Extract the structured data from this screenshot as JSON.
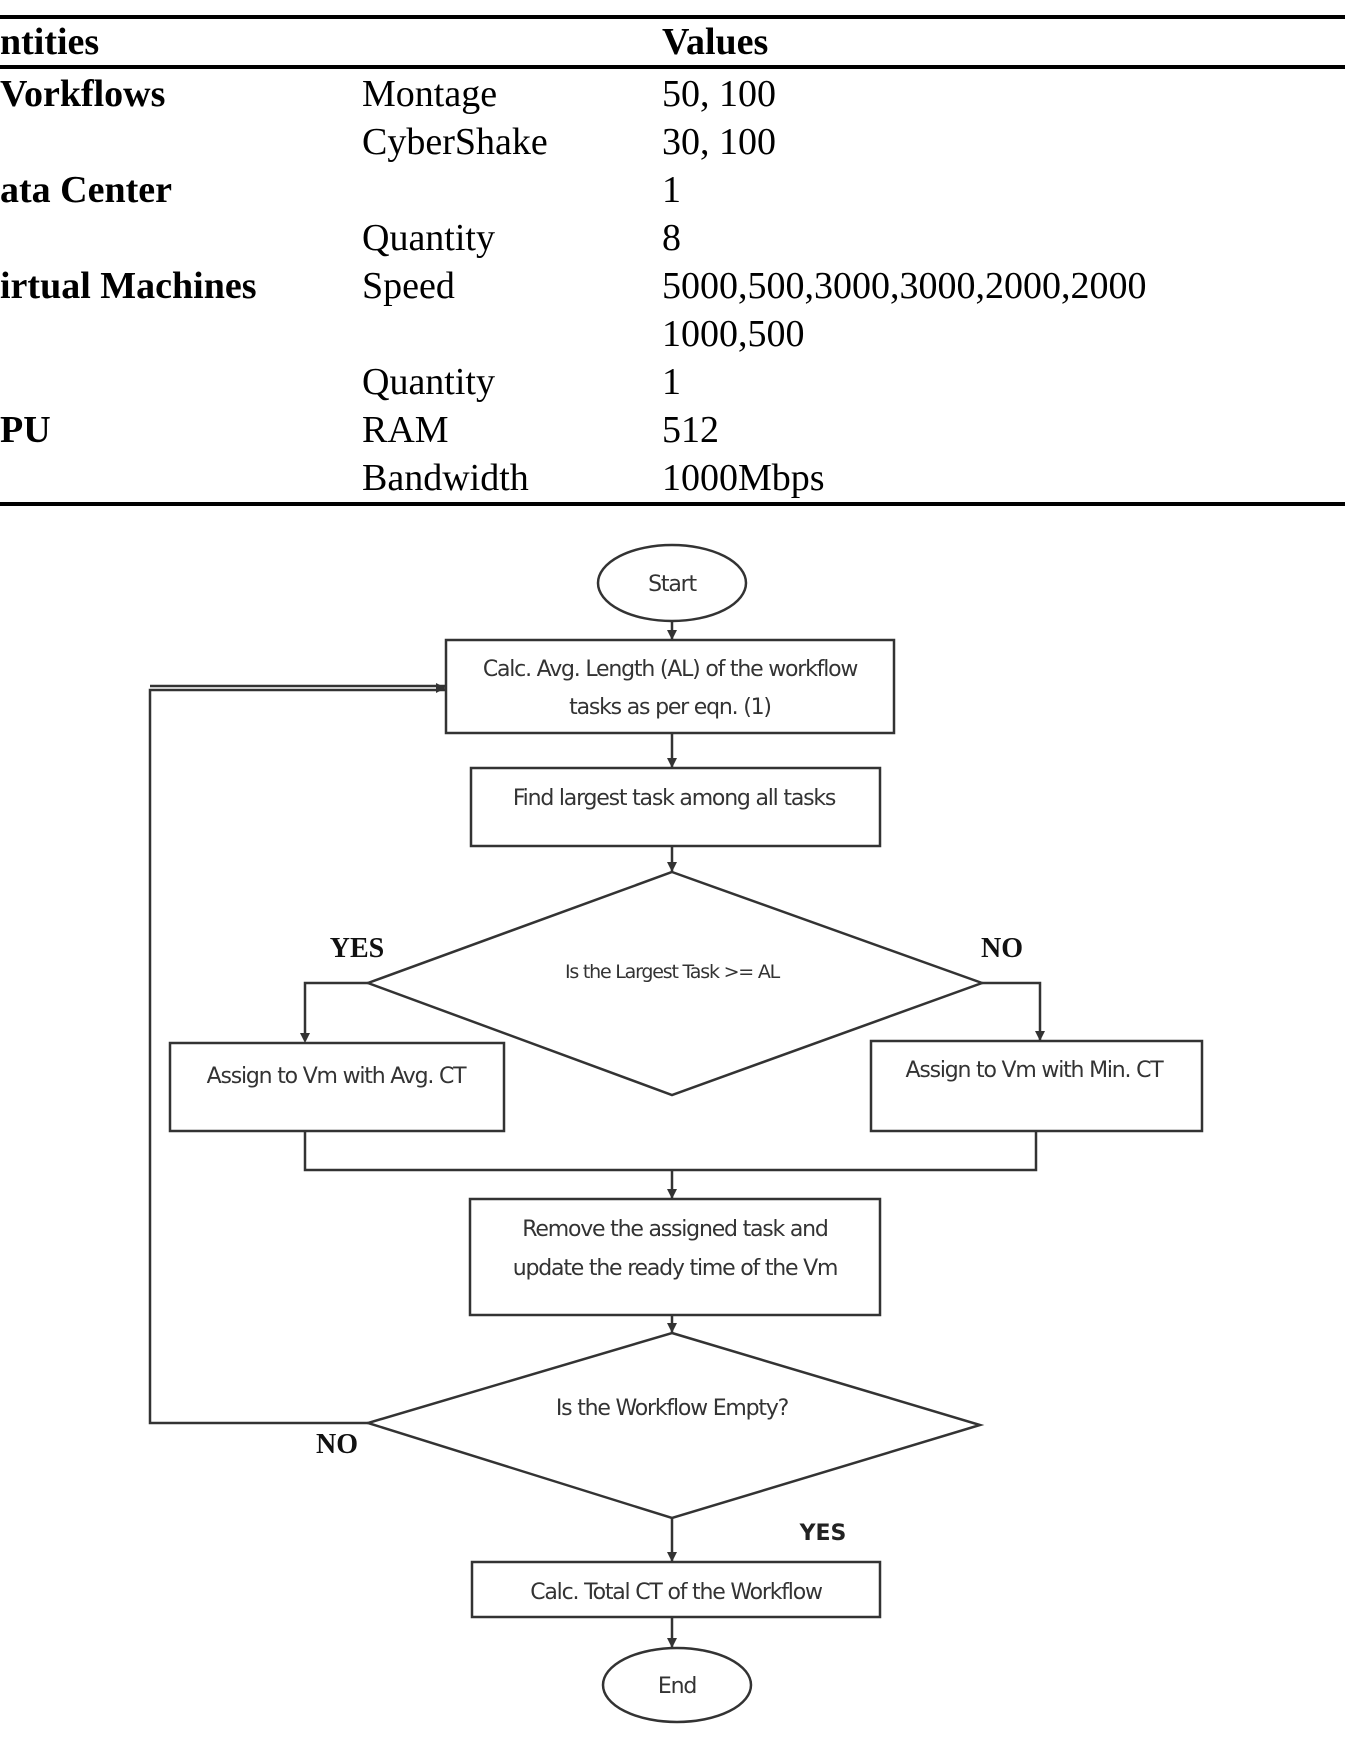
{
  "table": {
    "headers": {
      "entities": "ntities",
      "values": "Values"
    },
    "rows": [
      {
        "entity": "Vorkflows",
        "param": "Montage",
        "value": "50, 100"
      },
      {
        "entity": "",
        "param": "CyberShake",
        "value": "30, 100"
      },
      {
        "entity": "ata Center",
        "param": "",
        "value": "1"
      },
      {
        "entity": "",
        "param": "Quantity",
        "value": "8"
      },
      {
        "entity": "irtual Machines",
        "param": "Speed",
        "value": "5000,500,3000,3000,2000,2000"
      },
      {
        "entity": "",
        "param": "",
        "value": "1000,500"
      },
      {
        "entity": "",
        "param": "Quantity",
        "value": "1"
      },
      {
        "entity": "PU",
        "param": "RAM",
        "value": "512"
      },
      {
        "entity": "",
        "param": "Bandwidth",
        "value": "1000Mbps"
      }
    ]
  },
  "flowchart": {
    "start": "Start",
    "calc_avg_line1": "Calc. Avg. Length (AL) of the workflow",
    "calc_avg_line2": "tasks as per eqn. (1)",
    "find_largest": "Find largest task among all tasks",
    "decision_largest": "Is the Largest Task >= AL",
    "yes_label": "YES",
    "no_label": "NO",
    "assign_avg": "Assign to Vm with Avg. CT",
    "assign_min": "Assign to Vm with Min. CT",
    "remove_line1": "Remove the assigned task and",
    "remove_line2": "update the ready time of the Vm",
    "decision_empty": "Is the Workflow Empty?",
    "no_label_2": "NO",
    "yes_label_2": "YES",
    "calc_total": "Calc. Total CT of the Workflow",
    "end": "End"
  }
}
